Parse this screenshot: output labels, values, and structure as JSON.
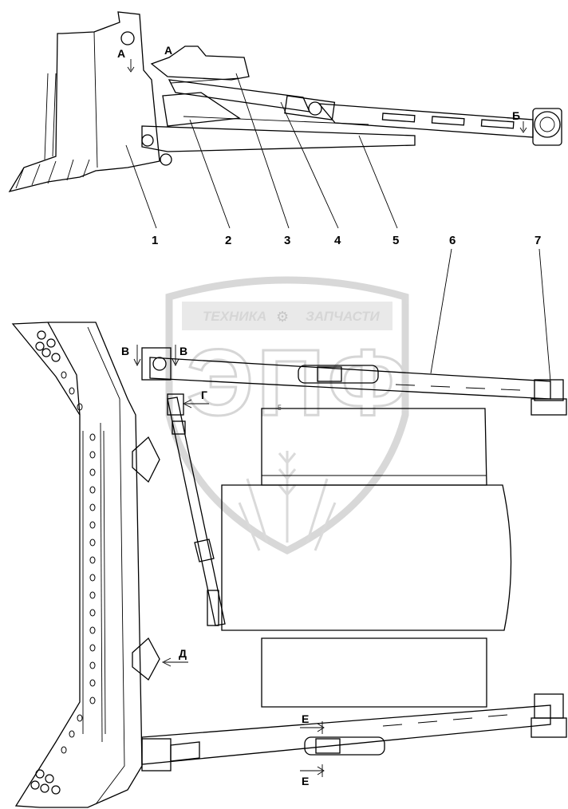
{
  "watermark": {
    "brand_text": "ТЕХНИКА",
    "brand_text_2": "ЗАПЧАСТИ",
    "logo_letters": "ЭПФ"
  },
  "callouts": [
    "1",
    "2",
    "3",
    "4",
    "5",
    "6",
    "7"
  ],
  "views": {
    "a_left": "А",
    "a_right": "А",
    "b": "Б",
    "v_left": "В",
    "v_right": "В",
    "g": "Г",
    "d": "Д",
    "e_top": "Е",
    "e_bottom": "Е"
  },
  "small_mark": "5"
}
